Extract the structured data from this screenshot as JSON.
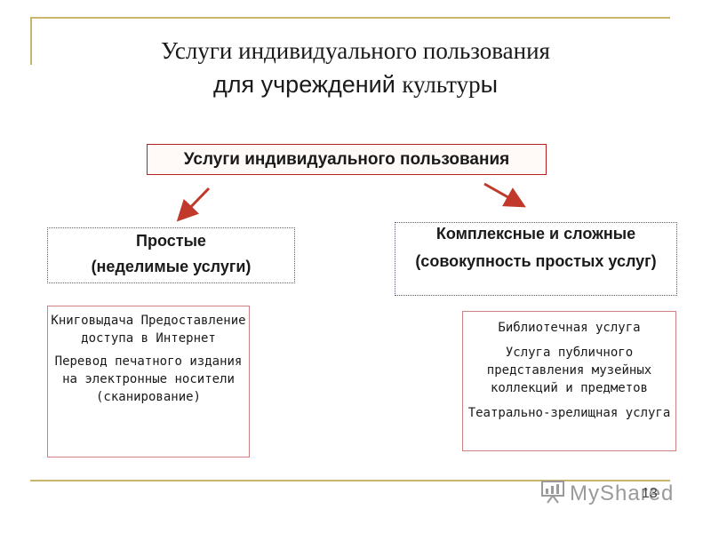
{
  "slide": {
    "title_line1": "Услуги индивидуального пользования",
    "title_line2_sans": "для учреждений ",
    "title_line2_serif": "культур",
    "title_line2_end": "ы",
    "page_number": "13",
    "watermark_text": "MyShared"
  },
  "diagram": {
    "root": "Услуги индивидуального пользования",
    "simple": {
      "line1": "Простые",
      "line2": "(неделимые услуги)",
      "items": [
        "Книговыдача Предоставление доступа в Интернет",
        "Перевод печатного издания на электронные носители (сканирование)"
      ]
    },
    "complex": {
      "line1": "Комплексные и сложные",
      "line2": "(совокупность простых услуг)",
      "items": [
        "Библиотечная услуга",
        "Услуга публичного представления музейных коллекций и предметов",
        "Театрально-зрелищная услуга"
      ]
    }
  },
  "colors": {
    "frame": "#c9b66b",
    "border": "#b22222",
    "arrow": "#c0392b"
  }
}
